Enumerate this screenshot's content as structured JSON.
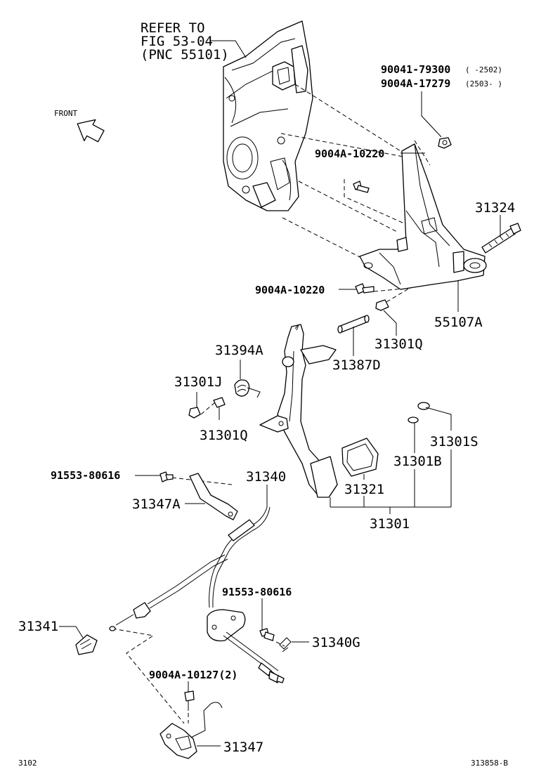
{
  "refer": {
    "line1": "REFER TO",
    "line2": "FIG 53-04",
    "line3": "(PNC 55101)"
  },
  "front_label": "FRONT",
  "parts": {
    "p90041_79300": "90041-79300",
    "p90041_79300_range": "(    -2502)",
    "p9004A_17279": "9004A-17279",
    "p9004A_17279_range": "(2503-    )",
    "p9004A_10220_upper": "9004A-10220",
    "p31324": "31324",
    "p9004A_10220_lower": "9004A-10220",
    "p55107A": "55107A",
    "p31301Q_upper": "31301Q",
    "p31394A": "31394A",
    "p31387D": "31387D",
    "p31301J": "31301J",
    "p31301Q_lower": "31301Q",
    "p31301S": "31301S",
    "p31301B": "31301B",
    "p31321": "31321",
    "p31301": "31301",
    "p91553_80616_upper": "91553-80616",
    "p31340": "31340",
    "p31347A": "31347A",
    "p91553_80616_lower": "91553-80616",
    "p31341": "31341",
    "p31340G": "31340G",
    "p9004A_10127": "9004A-10127(2)",
    "p31347": "31347"
  },
  "footer": {
    "left_code": "3102",
    "right_code": "313858-B"
  }
}
